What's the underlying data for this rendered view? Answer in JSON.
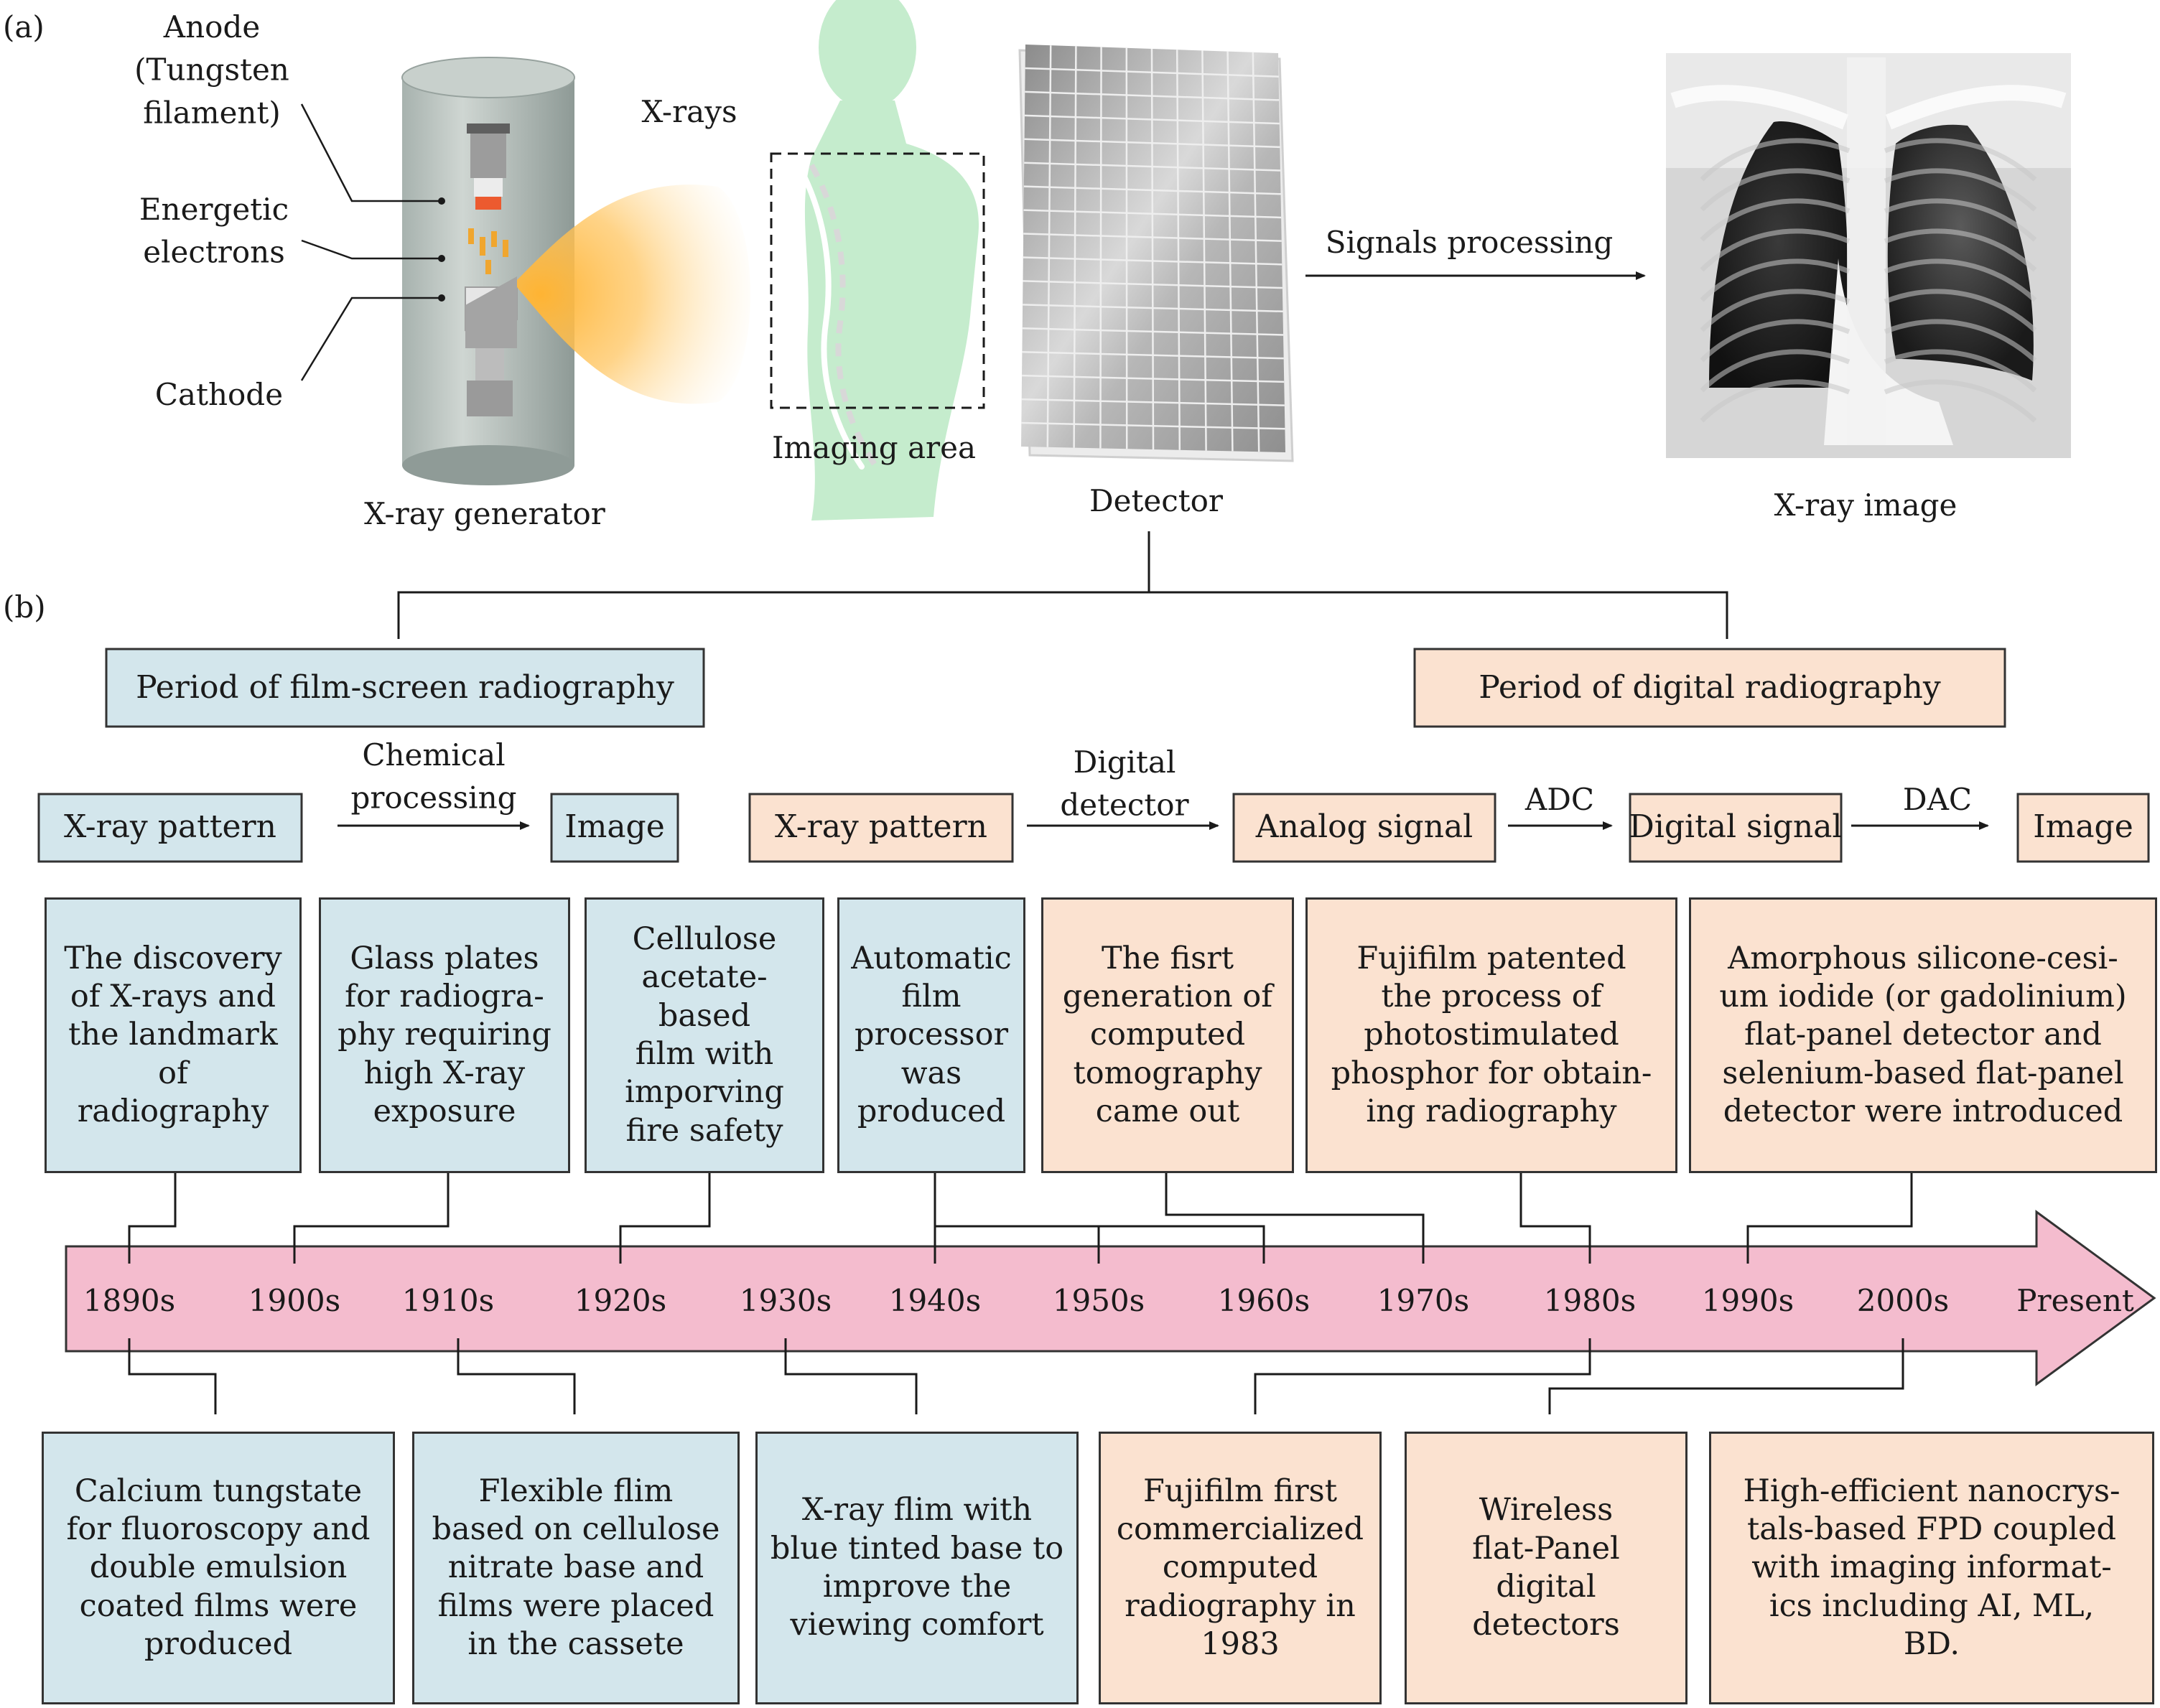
{
  "panel_a": {
    "label": "(a)",
    "anode_label": "Anode\n(Tungsten\nfilament)",
    "electrons_label": "Energetic\nelectrons",
    "cathode_label": "Cathode",
    "xrays_label": "X-rays",
    "generator_label": "X-ray generator",
    "imaging_area_label": "Imaging area",
    "detector_label": "Detector",
    "signals_label": "Signals processing",
    "xray_image_label": "X-ray image"
  },
  "panel_b": {
    "label": "(b)",
    "period_film": "Period of film-screen radiography",
    "period_digital": "Period of digital radiography",
    "flow_film": {
      "pattern": "X-ray pattern",
      "arrow": "Chemical\nprocessing",
      "image": "Image"
    },
    "flow_digital": {
      "pattern": "X-ray pattern",
      "arrow1": "Digital\ndetector",
      "analog": "Analog signal",
      "arrow2": "ADC",
      "digital": "Digital signal",
      "arrow3": "DAC",
      "image": "Image"
    },
    "decades": [
      "1890s",
      "1900s",
      "1910s",
      "1920s",
      "1930s",
      "1940s",
      "1950s",
      "1960s",
      "1970s",
      "1980s",
      "1990s",
      "2000s",
      "Present"
    ],
    "top_events": [
      "The discovery\nof X-rays and\nthe landmark\nof\nradiography",
      "Glass plates\nfor radiogra-\nphy requiring\nhigh X-ray\nexposure",
      "Cellulose\nacetate-based\nfilm with\nimporving\nfire safety",
      "Automatic\nfilm\nprocessor\nwas\nproduced",
      "The fisrt\ngeneration of\ncomputed\ntomography\ncame out",
      "Fujifilm patented\nthe process of\nphotostimulated\nphosphor for obtain-\ning radiography",
      "Amorphous silicone-cesi-\num iodide (or gadolinium)\nflat-panel detector and\nselenium-based flat-panel\ndetector were introduced"
    ],
    "bottom_events": [
      "Calcium tungstate\nfor fluoroscopy and\ndouble emulsion\ncoated films were\nproduced",
      "Flexible flim\nbased on cellulose\nnitrate base and\nfilms were placed\nin the cassete",
      "X-ray flim with\nblue tinted base to\nimprove the\nviewing comfort",
      "Fujifilm first\ncommercialized\ncomputed\nradiography in\n1983",
      "Wireless\nflat-Panel\ndigital\ndetectors",
      "High-efficient nanocrys-\ntals-based FPD coupled\nwith imaging informat-\nics including AI, ML,\nBD."
    ]
  },
  "colors": {
    "film_fill": "#d3e6ec",
    "digital_fill": "#fbe2d0",
    "timeline_fill": "#f4bcce",
    "beam": "#ffb33a",
    "body_silhouette": "#c5eccd",
    "line": "#333333"
  }
}
